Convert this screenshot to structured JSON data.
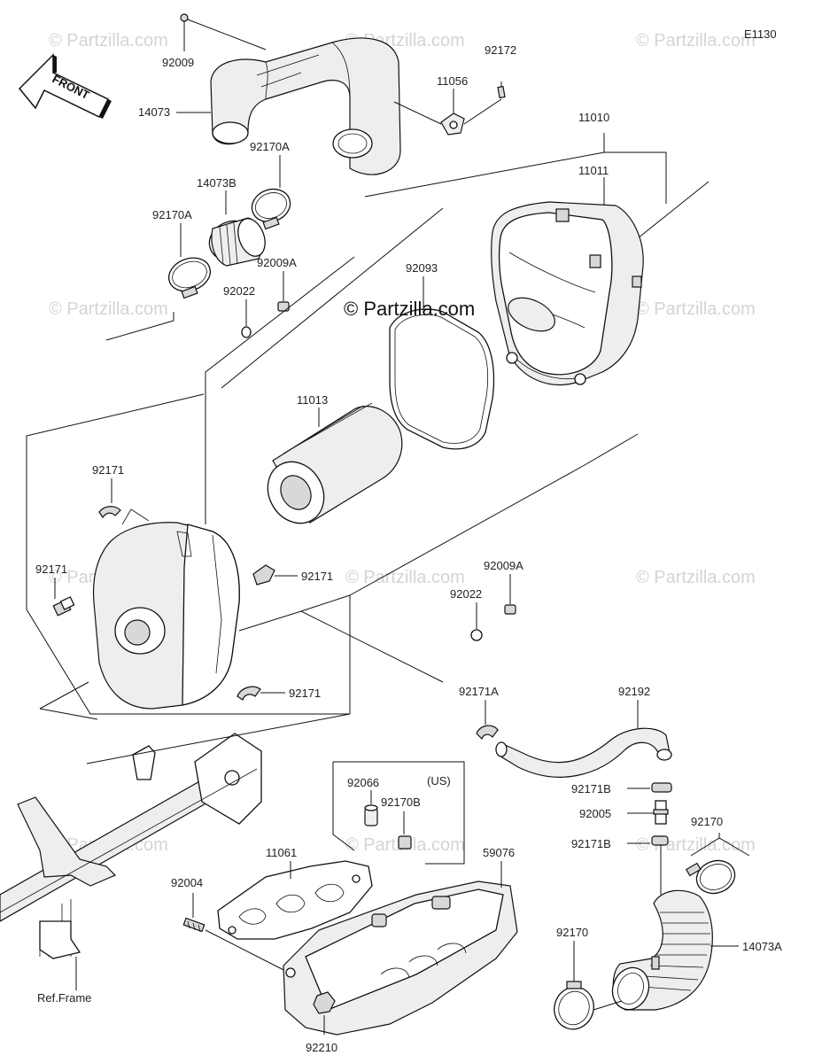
{
  "diagram_code": "E1130",
  "brand_watermark": "© Partzilla.com",
  "background_watermark": "© Partzilla.com",
  "front_arrow_label": "FRONT",
  "ref_label": "Ref.Frame",
  "region_note": "(US)",
  "labels": {
    "p92009": "92009",
    "p14073": "14073",
    "p92172": "92172",
    "p11056": "11056",
    "p11010": "11010",
    "p11011": "11011",
    "p92170A_top": "92170A",
    "p14073B": "14073B",
    "p92170A_left": "92170A",
    "p92009A_top": "92009A",
    "p92022_top": "92022",
    "p92093": "92093",
    "p11013": "11013",
    "p92171_a": "92171",
    "p92171_b": "92171",
    "p92171_c": "92171",
    "p92171_d": "92171",
    "p92009A_mid": "92009A",
    "p92022_mid": "92022",
    "p92171A": "92171A",
    "p92192": "92192",
    "p92066": "92066",
    "p92170B": "92170B",
    "p92171B_a": "92171B",
    "p92005": "92005",
    "p92171B_b": "92171B",
    "p92170_right": "92170",
    "p11061": "11061",
    "p59076": "59076",
    "p92004": "92004",
    "p92170_low": "92170",
    "p14073A": "14073A",
    "p92210": "92210"
  }
}
